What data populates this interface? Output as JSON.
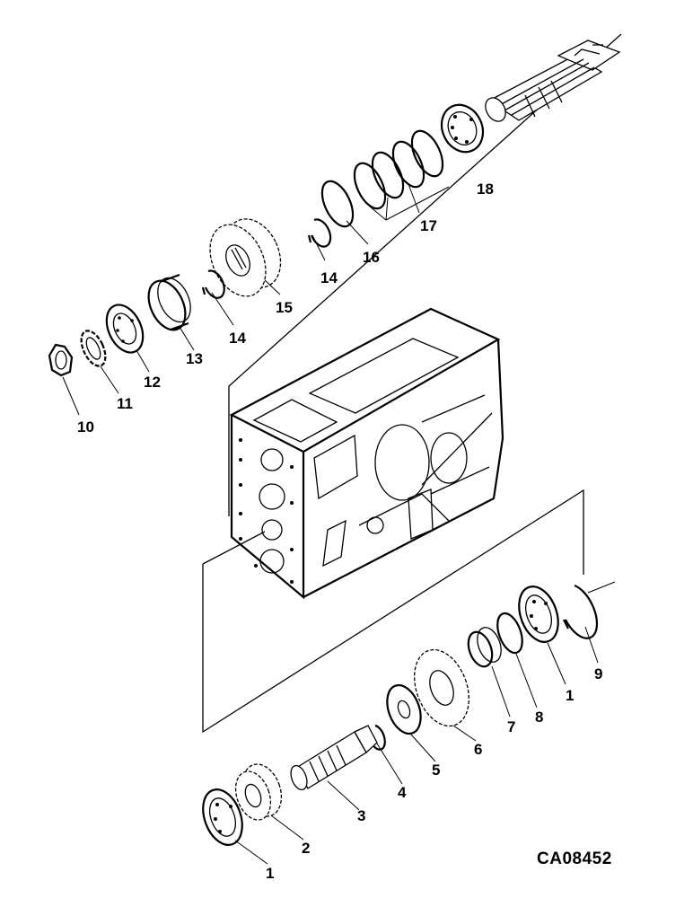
{
  "reference_code": "CA08452",
  "callouts": {
    "c1a": "1",
    "c1b": "1",
    "c2": "2",
    "c3": "3",
    "c4": "4",
    "c5": "5",
    "c6": "6",
    "c7": "7",
    "c8": "8",
    "c9": "9",
    "c10": "10",
    "c11": "11",
    "c12": "12",
    "c13": "13",
    "c14a": "14",
    "c14b": "14",
    "c15": "15",
    "c16": "16",
    "c17": "17",
    "c18": "18"
  }
}
